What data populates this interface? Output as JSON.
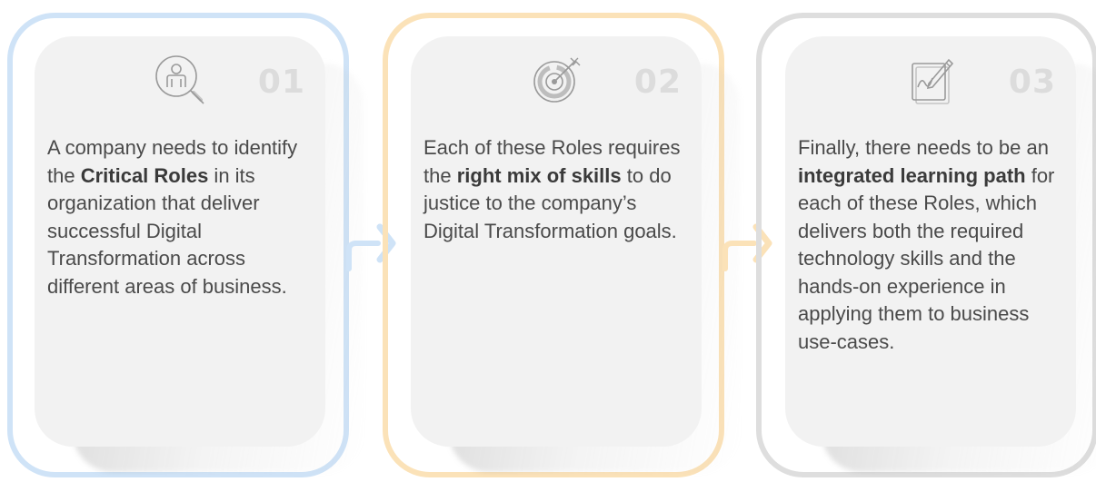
{
  "steps": [
    {
      "number": "01",
      "icon": "person-search-icon",
      "color": "#cfe3f7",
      "text_parts": [
        {
          "text": "A company needs to identify the ",
          "bold": false
        },
        {
          "text": "Critical Roles",
          "bold": true
        },
        {
          "text": " in its organization that deliver successful Digital Transformation across different areas of business.",
          "bold": false
        }
      ]
    },
    {
      "number": "02",
      "icon": "target-icon",
      "color": "#fbe2b8",
      "text_parts": [
        {
          "text": "Each of these Roles requires the ",
          "bold": false
        },
        {
          "text": "right mix of skills",
          "bold": true
        },
        {
          "text": " to do justice to the company’s Digital Transformation goals.",
          "bold": false
        }
      ]
    },
    {
      "number": "03",
      "icon": "notepad-pen-icon",
      "color": "#dedede",
      "text_parts": [
        {
          "text": "Finally, there needs to be an ",
          "bold": false
        },
        {
          "text": "integrated learning path",
          "bold": true
        },
        {
          "text": " for each of these Roles, which delivers both the required technology skills and the hands-on experience in applying them to business use-cases.",
          "bold": false
        }
      ]
    }
  ]
}
